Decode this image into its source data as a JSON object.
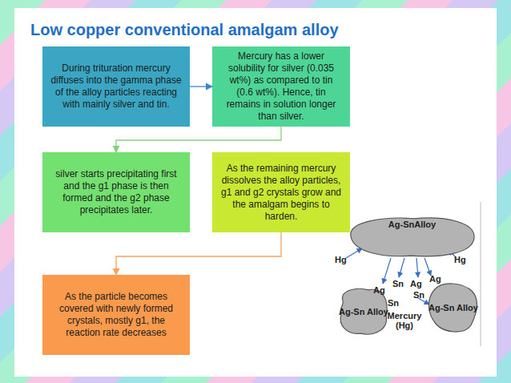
{
  "diagram": {
    "title": "Low copper conventional amalgam alloy",
    "nodes": [
      {
        "text": [
          "During trituration mercury diffuses into the gamma phase of the alloy particles reacting with mainly silver and tin."
        ]
      },
      {
        "text": [
          "Mercury has a lower solubility for silver (0.035 wt%) as compared to tin (0.6 wt%). Hence, tin remains in solution longer than silver."
        ]
      },
      {
        "text": [
          "silver starts precipitating first and the g1 phase is then formed and the g2 phase precipitates later."
        ]
      },
      {
        "text": [
          "As the remaining mercury dissolves the alloy particles, g1 and g2 crystals grow and the amalgam begins to harden."
        ]
      },
      {
        "text": [
          "As the particle becomes covered with newly formed crystals, mostly g1, the reaction rate decreases"
        ]
      },
      {
        "text": [
          "Ag-SnAlloy"
        ]
      },
      {
        "text": [
          "Ag-Sn Alloy"
        ]
      },
      {
        "text": [
          "Ag-Sn Alloy"
        ]
      }
    ],
    "edges": [
      {
        "from": 0,
        "to": 1,
        "arrow": "to"
      },
      {
        "from": 1,
        "to": 2,
        "arrow": "to"
      },
      {
        "from": 3,
        "to": 4,
        "arrow": "to"
      }
    ],
    "labels": [
      "Hg",
      "Hg",
      "Ag",
      "Sn",
      "Ag",
      "Ag",
      "Sn",
      "Sn",
      "Mercury (Hg)"
    ]
  }
}
